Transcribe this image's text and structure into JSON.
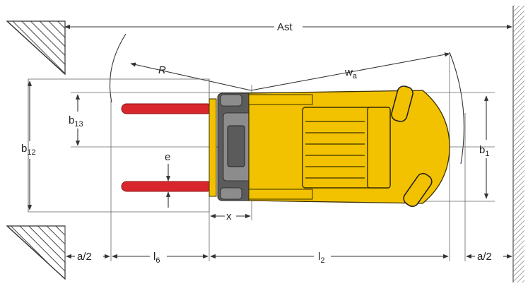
{
  "labels": {
    "ast": "Ast",
    "r": "R",
    "wa_main": "w",
    "wa_sub": "a",
    "b12_main": "b",
    "b12_sub": "12",
    "b13_main": "b",
    "b13_sub": "13",
    "b1_main": "b",
    "b1_sub": "1",
    "e": "e",
    "x": "x",
    "a2_left": "a/2",
    "a2_right": "a/2",
    "l6_main": "l",
    "l6_sub": "6",
    "l2_main": "l",
    "l2_sub": "2"
  },
  "colors": {
    "body_yellow": "#f2c200",
    "body_outline": "#3a3000",
    "fork_red": "#d9262c",
    "gray_dark": "#5b5b5b",
    "gray_mid": "#8c8c8c",
    "wall": "#6a6a6a"
  }
}
